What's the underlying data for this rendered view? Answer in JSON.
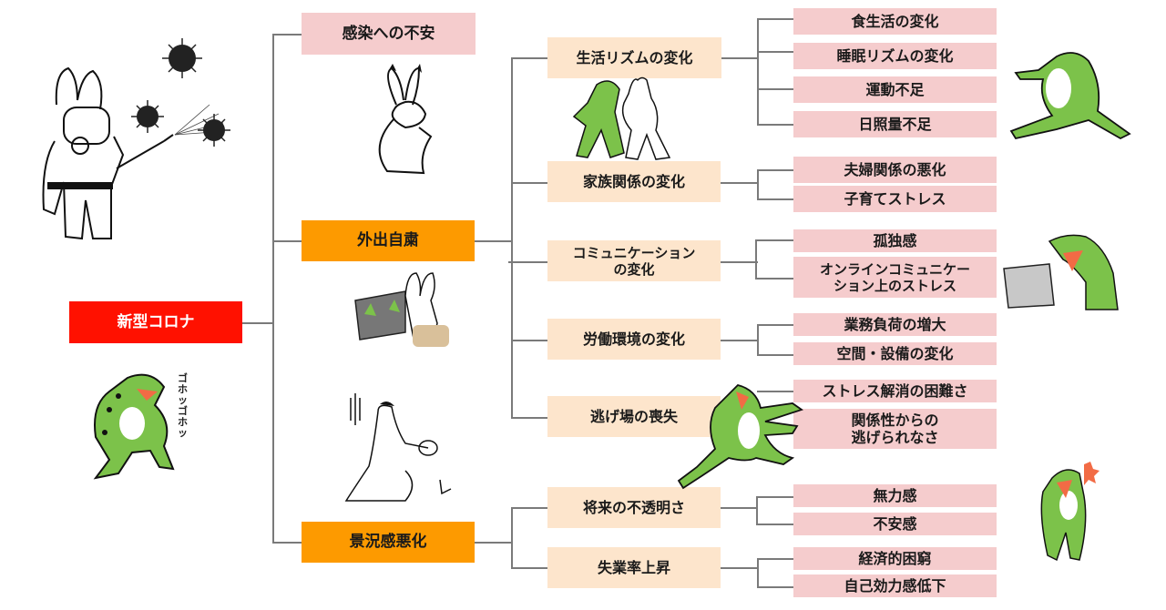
{
  "root": {
    "label": "新型コロナ",
    "color": "#ff1100"
  },
  "level1": [
    {
      "id": "infection",
      "label": "感染への不安",
      "color": "#f5cccd"
    },
    {
      "id": "stay-home",
      "label": "外出自粛",
      "color": "#fd9a00"
    },
    {
      "id": "economy",
      "label": "景況感悪化",
      "color": "#fd9a00"
    }
  ],
  "level2": [
    {
      "parent": "stay-home",
      "label": "生活リズムの変化",
      "children": [
        "食生活の変化",
        "睡眠リズムの変化",
        "運動不足",
        "日照量不足"
      ]
    },
    {
      "parent": "stay-home",
      "label": "家族関係の変化",
      "children": [
        "夫婦関係の悪化",
        "子育てストレス"
      ]
    },
    {
      "parent": "stay-home",
      "label": "コミュニケーション\nの変化",
      "children": [
        "孤独感",
        "オンラインコミュニケー\nション上のストレス"
      ]
    },
    {
      "parent": "stay-home",
      "label": "労働環境の変化",
      "children": [
        "業務負荷の増大",
        "空間・設備の変化"
      ]
    },
    {
      "parent": "stay-home",
      "label": "逃げ場の喪失",
      "children": [
        "ストレス解消の困難さ",
        "関係性からの\n逃げられなさ"
      ]
    },
    {
      "parent": "economy",
      "label": "将来の不透明さ",
      "children": [
        "無力感",
        "不安感"
      ]
    },
    {
      "parent": "economy",
      "label": "失業率上昇",
      "children": [
        "経済的困窮",
        "自己効力感低下"
      ]
    }
  ],
  "illustrations": {
    "hazmat_rabbit": "hazmat-suit-rabbit-spraying-virus",
    "coughing_frog": "coughing-frog",
    "cough_sound": "ゴホッゴホッ",
    "worried_rabbit": "worried-rabbit",
    "laptop_rabbit": "rabbit-video-call-laptop",
    "purse_rabbit": "rabbit-empty-purse",
    "frog_rabbit_fight": "frog-and-rabbit-wrestling",
    "running_frog": "running-frog",
    "laptop_frog": "frog-distressed-at-laptop",
    "jumping_frog": "frog-leaping-escape",
    "shocked_frog": "shocked-frog"
  },
  "colors": {
    "line": "#7a7a7a",
    "level2": "#fde5cc",
    "level3": "#f5cccd",
    "frog_green": "#7cc24a"
  }
}
